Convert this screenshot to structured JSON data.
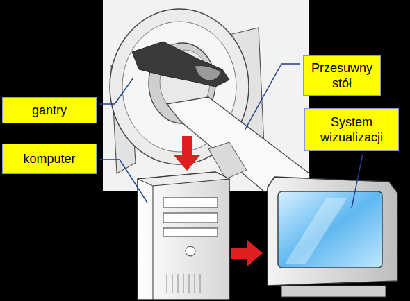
{
  "diagram": {
    "nodes": [
      {
        "text": [
          "Przesuwny stół"
        ]
      },
      {
        "text": [
          "gantry"
        ]
      },
      {
        "text": [
          "System wizualizacji"
        ]
      },
      {
        "text": [
          "komputer"
        ]
      }
    ]
  }
}
